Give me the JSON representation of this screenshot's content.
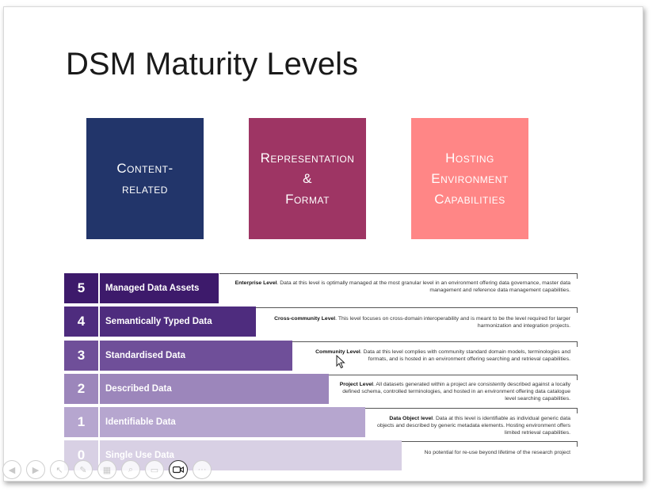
{
  "slide": {
    "title": "DSM Maturity Levels"
  },
  "categories": [
    {
      "label": "Content-\nrelated",
      "color": "#22356a"
    },
    {
      "label": "Representation\n&\nFormat",
      "color": "#9e3564"
    },
    {
      "label": "Hosting\nEnvironment\nCapabilities",
      "color": "#ff8686"
    }
  ],
  "levels": [
    {
      "number": "5",
      "label": "Managed Data Assets",
      "num_color": "#3d1a6b",
      "bar_color": "#3d1a6b",
      "desc_title": "Enterprise Level",
      "desc_text": ". Data at this level is optimally managed at the most granular level in an environment offering data governance, master data management and reference data management capabilities."
    },
    {
      "number": "4",
      "label": "Semantically Typed Data",
      "num_color": "#4e2c7e",
      "bar_color": "#4e2c7e",
      "desc_title": "Cross-community Level",
      "desc_text": ". This level focuses on cross-domain interoperability and is meant to be the level required for larger harmonization and integration projects."
    },
    {
      "number": "3",
      "label": "Standardised Data",
      "num_color": "#6f4f99",
      "bar_color": "#6f4f99",
      "desc_title": "Community Level",
      "desc_text": ". Data at this level complies with community standard domain models, terminologies and formats, and is hosted in an environment offering searching and retrieval capabilities."
    },
    {
      "number": "2",
      "label": "Described Data",
      "num_color": "#9c86bb",
      "bar_color": "#9c86bb",
      "desc_title": "Project Level",
      "desc_text": ". All datasets generated within a project are consistently described against a locally defined schema, controlled terminologies, and hosted in an environment offering data catalogue level searching capabilities."
    },
    {
      "number": "1",
      "label": "Identifiable Data",
      "num_color": "#b6a6cf",
      "bar_color": "#b6a6cf",
      "desc_title": "Data Object level",
      "desc_text": ". Data at this level is identifiable as individual generic data objects and described by generic metadata elements. Hosting environment offers limited retrieval capabilities."
    },
    {
      "number": "0",
      "label": "Single Use Data",
      "num_color": "#d8d0e4",
      "bar_color": "#d8d0e4",
      "desc_title": "",
      "desc_text": "No potential for re-use beyond lifetime of the research project"
    }
  ],
  "toolbar": {
    "icons": [
      "back-icon",
      "forward-icon",
      "pointer-icon",
      "pen-icon",
      "grid-icon",
      "zoom-icon",
      "subtitles-icon",
      "camera-icon",
      "more-icon"
    ]
  }
}
